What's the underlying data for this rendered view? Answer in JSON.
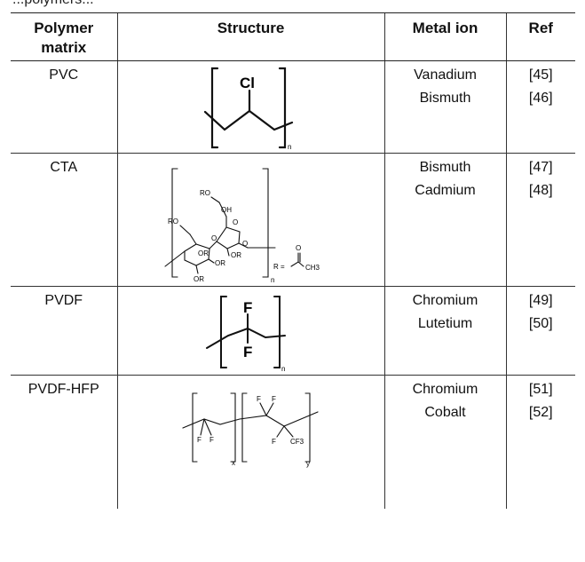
{
  "caption_tail": "...polymers...",
  "table": {
    "headers": {
      "polymer": "Polymer matrix",
      "structure": "Structure",
      "metal": "Metal ion",
      "ref": "Ref"
    },
    "rows": [
      {
        "polymer": "PVC",
        "metals": [
          "Vanadium",
          "Bismuth"
        ],
        "refs": [
          "[45]",
          "[46]"
        ],
        "structure_labels": {
          "sub": "Cl",
          "n": "n"
        }
      },
      {
        "polymer": "CTA",
        "metals": [
          "Bismuth",
          "Cadmium"
        ],
        "refs": [
          "[47]",
          "[48]"
        ],
        "structure_labels": {
          "ro1": "RO",
          "oh": "OH",
          "ro2": "RO",
          "o1": "O",
          "o2": "O",
          "o3": "O",
          "or1": "OR",
          "or2": "OR",
          "or3": "OR",
          "or4": "OR",
          "n": "n",
          "r_eq": "R =",
          "o_acyl": "O",
          "ch3": "CH3"
        }
      },
      {
        "polymer": "PVDF",
        "metals": [
          "Chromium",
          "Lutetium"
        ],
        "refs": [
          "[49]",
          "[50]"
        ],
        "structure_labels": {
          "f_top": "F",
          "f_bot": "F",
          "n": "n"
        }
      },
      {
        "polymer": "PVDF-HFP",
        "metals": [
          "Chromium",
          "Cobalt"
        ],
        "refs": [
          "[51]",
          "[52]"
        ],
        "structure_labels": {
          "f1": "F",
          "f2": "F",
          "f3": "F",
          "f4": "F",
          "f5": "F",
          "cf3": "CF3",
          "x": "x",
          "y": "y"
        }
      }
    ]
  }
}
